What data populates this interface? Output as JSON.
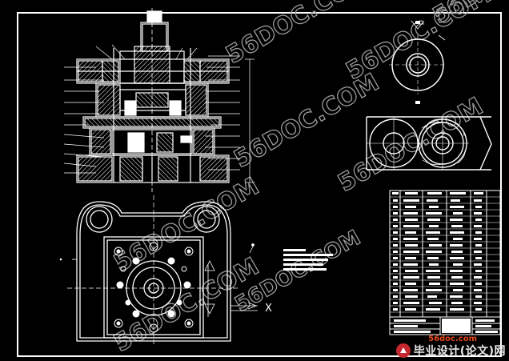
{
  "watermarks": {
    "main_text": "56DOC.COM",
    "corner_text": "56DOC.C"
  },
  "drawing": {
    "axis_label": "X"
  },
  "branding": {
    "site": "56doc.com",
    "label": "毕业设计(论文)网"
  },
  "colors": {
    "background": "#000000",
    "lines": "#ffffff",
    "watermark": "#9a9a9a",
    "brand_red": "#c7282f",
    "site_orange": "#e64a19"
  }
}
